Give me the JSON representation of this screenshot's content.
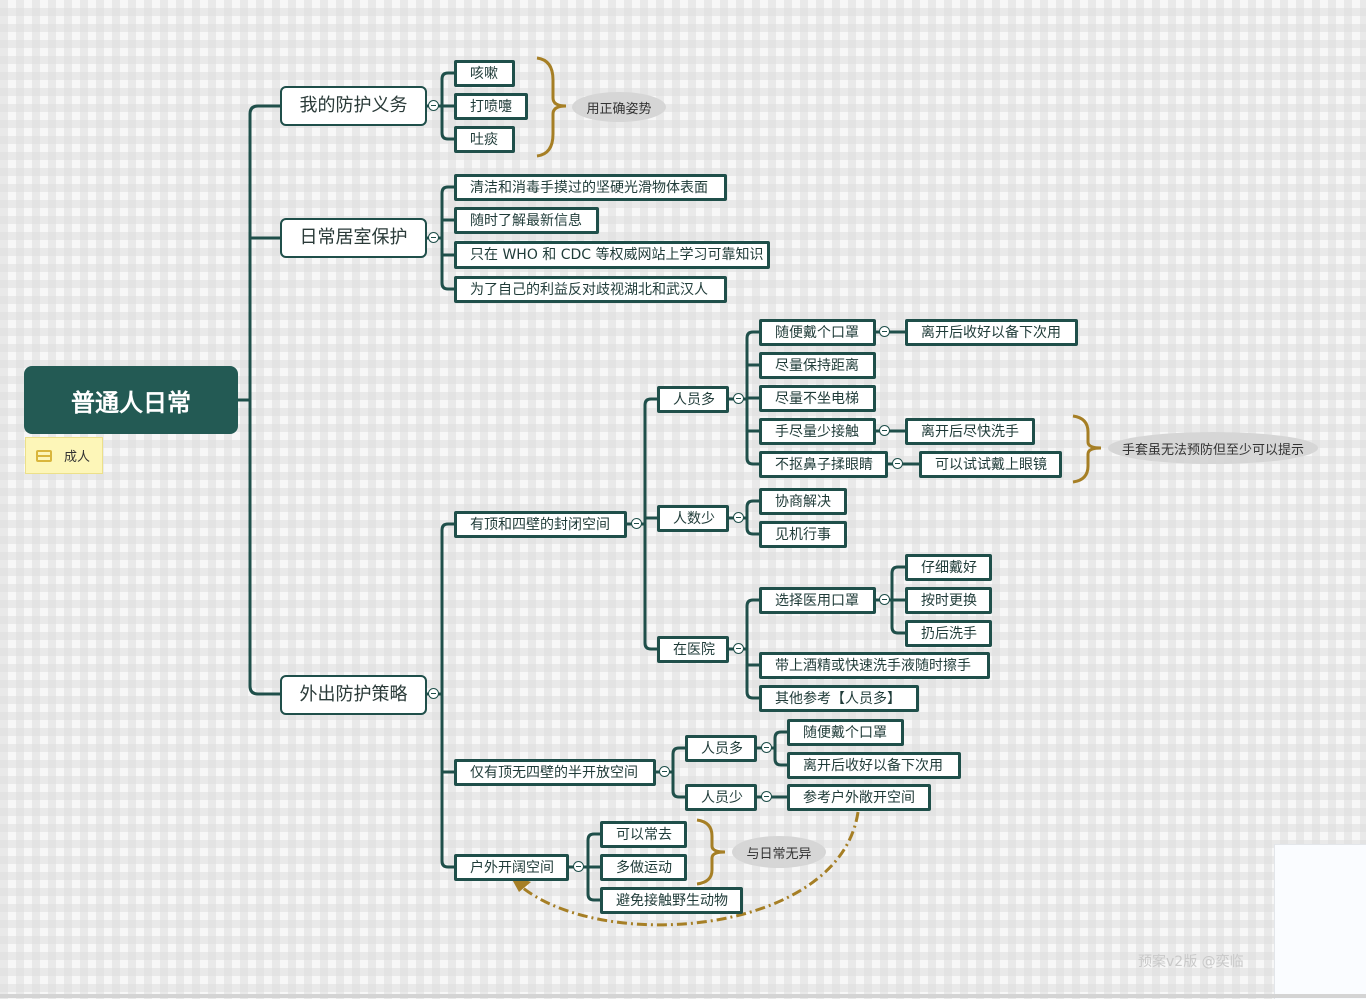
{
  "root": {
    "title": "普通人日常",
    "tag": "成人"
  },
  "duties": {
    "label": "我的防护义务",
    "items": [
      "咳嗽",
      "打喷嚏",
      "吐痰"
    ],
    "summary": "用正确姿势"
  },
  "home": {
    "label": "日常居室保护",
    "items": [
      "清洁和消毒手摸过的坚硬光滑物体表面",
      "随时了解最新信息",
      "只在 WHO 和 CDC 等权威网站上学习可靠知识",
      "为了自己的利益反对歧视湖北和武汉人"
    ]
  },
  "outing": {
    "label": "外出防护策略",
    "enclosed": {
      "label": "有顶和四壁的封闭空间",
      "crowded": {
        "label": "人员多",
        "items": [
          "随便戴个口罩",
          "尽量保持距离",
          "尽量不坐电梯",
          "手尽量少接触",
          "不抠鼻子揉眼睛"
        ],
        "mask_note": "离开后收好以备下次用",
        "hand_note": "离开后尽快洗手",
        "eye_note": "可以试试戴上眼镜",
        "summary": "手套虽无法预防但至少可以提示"
      },
      "sparse": {
        "label": "人数少",
        "items": [
          "协商解决",
          "见机行事"
        ]
      },
      "hospital": {
        "label": "在医院",
        "mask": "选择医用口罩",
        "mask_items": [
          "仔细戴好",
          "按时更换",
          "扔后洗手"
        ],
        "items": [
          "带上酒精或快速洗手液随时擦手",
          "其他参考【人员多】"
        ]
      }
    },
    "semi": {
      "label": "仅有顶无四壁的半开放空间",
      "crowded": {
        "label": "人员多",
        "items": [
          "随便戴个口罩",
          "离开后收好以备下次用"
        ]
      },
      "sparse": {
        "label": "人员少",
        "items": [
          "参考户外敞开空间"
        ]
      }
    },
    "open": {
      "label": "户外开阔空间",
      "items": [
        "可以常去",
        "多做运动",
        "避免接触野生动物"
      ],
      "summary": "与日常无异"
    }
  },
  "watermark": "预案v2版 @奕临"
}
